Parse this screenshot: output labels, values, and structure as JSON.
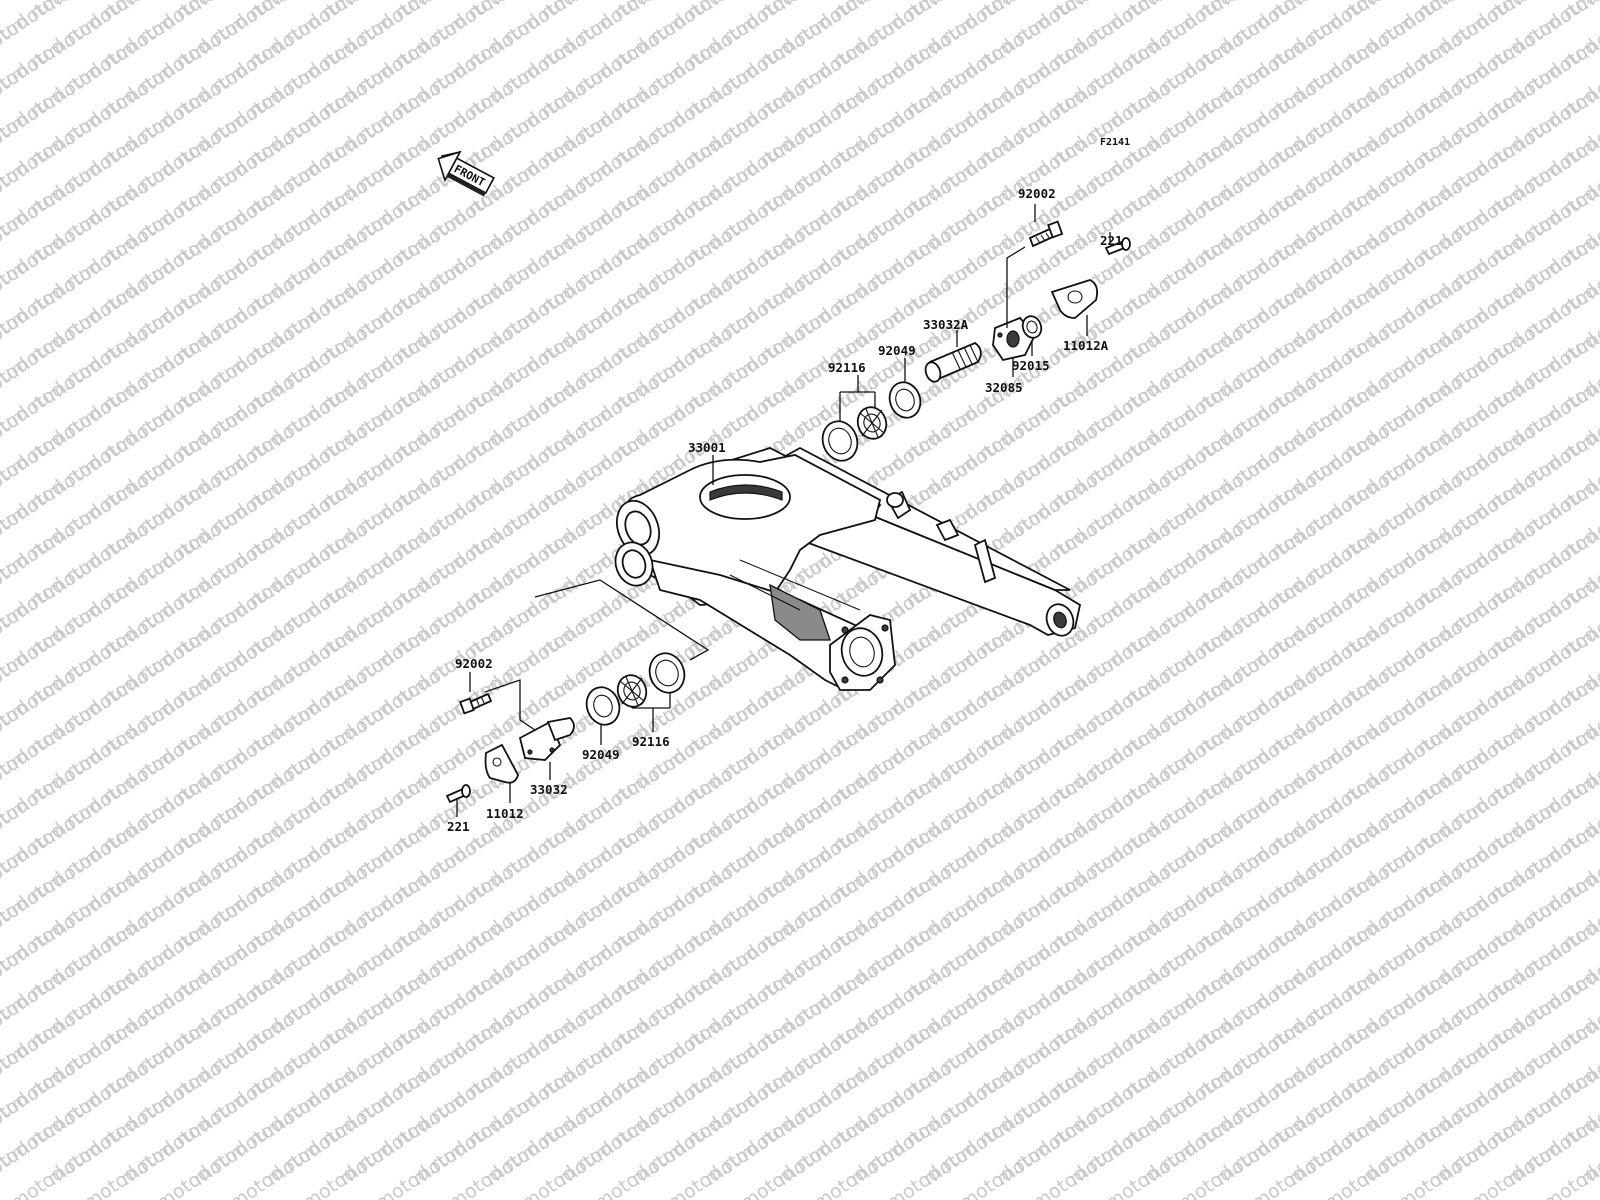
{
  "diagram_code": "F2141",
  "front_arrow_label": "FRONT",
  "watermark_text": "motod.ru",
  "callouts": {
    "swingarm": "33001",
    "bolt_right": "92002",
    "screw_right": "221",
    "pivot_shaft_right": "33032A",
    "seal_right": "92049",
    "bearing_right": "92116",
    "plate_right": "32085",
    "collar_right": "92015",
    "cover_right": "11012A",
    "bolt_left": "92002",
    "pivot_left": "33032",
    "cover_left": "11012",
    "screw_left": "221",
    "seal_left": "92049",
    "bearing_left": "92116"
  }
}
